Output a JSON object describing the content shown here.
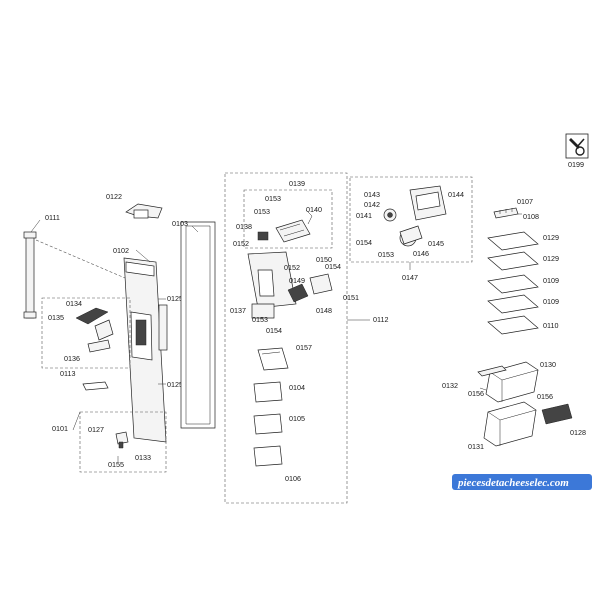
{
  "callouts": {
    "c0199": "0199",
    "c0111": "0111",
    "c0122": "0122",
    "c0102": "0102",
    "c0103": "0103",
    "c0125a": "0125",
    "c0125b": "0125",
    "c0134": "0134",
    "c0135": "0135",
    "c0136": "0136",
    "c0113": "0113",
    "c0101": "0101",
    "c0127": "0127",
    "c0133": "0133",
    "c0155": "0155",
    "c0139": "0139",
    "c0153a": "0153",
    "c0140": "0140",
    "c0153b": "0153",
    "c0138": "0138",
    "c0152a": "0152",
    "c0152b": "0152",
    "c0150": "0150",
    "c0149": "0149",
    "c0154a": "0154",
    "c0151": "0151",
    "c0137": "0137",
    "c0148": "0148",
    "c0153c": "0153",
    "c0154b": "0154",
    "c0112": "0112",
    "c0157": "0157",
    "c0104": "0104",
    "c0105": "0105",
    "c0106": "0106",
    "c0143": "0143",
    "c0144": "0144",
    "c0142": "0142",
    "c0141": "0141",
    "c0154c": "0154",
    "c0145": "0145",
    "c0153d": "0153",
    "c0146": "0146",
    "c0147": "0147",
    "c0107": "0107",
    "c0108": "0108",
    "c0129a": "0129",
    "c0129b": "0129",
    "c0109a": "0109",
    "c0109b": "0109",
    "c0110": "0110",
    "c0130": "0130",
    "c0132": "0132",
    "c0156a": "0156",
    "c0156b": "0156",
    "c0128": "0128",
    "c0131": "0131"
  },
  "watermark": "piecesdetacheeselec.com",
  "colors": {
    "watermark_bg": "#3c78d8",
    "line": "#222222",
    "dash": "#555555"
  },
  "icons": {
    "tool": "wrench-screwdriver-icon"
  }
}
